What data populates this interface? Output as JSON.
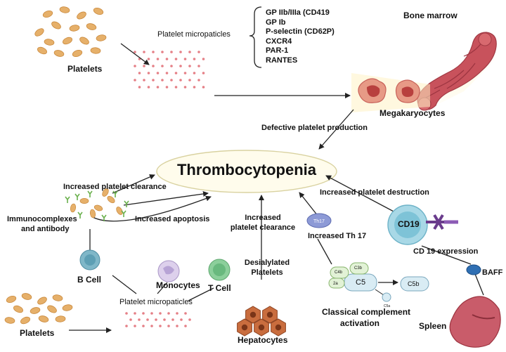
{
  "labels": {
    "platelets_top": "Platelets",
    "micro_top": "Platelet micropaticles",
    "bone_marrow": "Bone marrow",
    "megakaryocytes": "Megakaryocytes",
    "defective": "Defective platelet production",
    "title": "Thrombocytopenia",
    "clearance_left": "Increased platelet clearance",
    "immuno_1": "Immunocomplexes",
    "immuno_2": "and antibody",
    "apoptosis": "Increased apoptosis",
    "destruction": "Increased platelet destruction",
    "clearance_mid_1": "Increased",
    "clearance_mid_2": "platelet clearance",
    "th17_label": "Increased Th 17",
    "th17_cell": "Th17",
    "cd19_cell": "CD19",
    "cd19_expr": "CD 19 expression",
    "baff": "BAFF",
    "desial_1": "Desialylated",
    "desial_2": "Platelets",
    "b_cell": "B Cell",
    "monocytes": "Monocytes",
    "t_cell": "T Cell",
    "micro_bottom": "Platelet micropaticles",
    "platelets_bottom": "Platelets",
    "hepatocytes": "Hepatocytes",
    "complement_1": "Classical complement",
    "complement_2": "activation",
    "spleen": "Spleen",
    "c5": "C5",
    "c5b": "C5b",
    "c4b": "C4b",
    "c3b": "C3b",
    "c2a": "2a",
    "c5a": "C5a"
  },
  "receptors": [
    "GP IIb/IIIa (CD419",
    "GP Ib",
    "P-selectin (CD62P)",
    "CXCR4",
    "PAR-1",
    "RANTES"
  ],
  "colors": {
    "platelet": "#e6b06a",
    "platelet_dark": "#c9893d",
    "micro_dot": "#e57f86",
    "marrow": "#c8525c",
    "ellipse_fill": "#fffcec",
    "bcell": "#7fb7c8",
    "monocyte": "#c9b6df",
    "tcell": "#8ccf9b",
    "cd19": "#7ec3d7",
    "hepatocyte": "#c96d3e",
    "spleen": "#c95c6a",
    "baff": "#2f6fb3",
    "th17": "#8d9ad6"
  }
}
